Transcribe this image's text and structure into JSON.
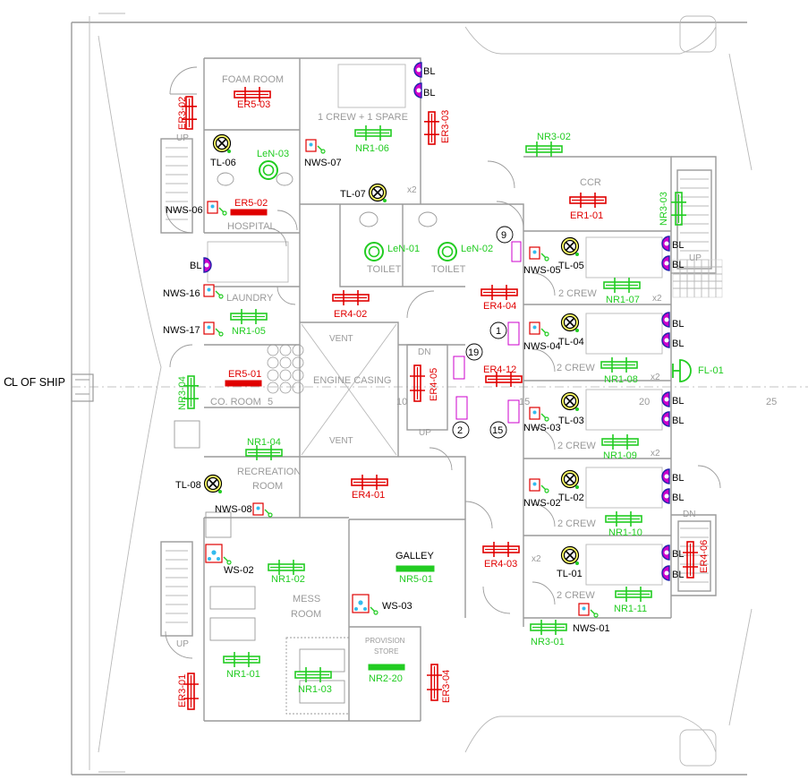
{
  "rooms": {
    "foam_room": "FOAM ROOM",
    "crew_spare": "1 CREW + 1 SPARE",
    "hospital": "HOSPITAL",
    "laundry": "LAUNDRY",
    "co_room": "CO. ROOM",
    "recreation": "RECREATION",
    "recreation2": "ROOM",
    "mess": "MESS",
    "mess2": "ROOM",
    "galley": "GALLEY",
    "provision": "PROVISION",
    "provision2": "STORE",
    "engine_casing": "ENGINE CASING",
    "vent": "VENT",
    "toilet": "TOILET",
    "ccr": "CCR",
    "two_crew": "2 CREW",
    "up": "UP",
    "dn": "DN",
    "x2": "x2"
  },
  "centerline": "C",
  "centerline_rest": "L OF SHIP",
  "ruler": {
    "n5": "5",
    "n10": "10",
    "n15": "15",
    "n20": "20",
    "n25": "25"
  },
  "labels": {
    "ER5_03": "ER5-03",
    "ER3_02": "ER3-02",
    "ER3_03": "ER3-03",
    "ER5_02": "ER5-02",
    "ER1_01": "ER1-01",
    "ER4_02": "ER4-02",
    "ER4_04": "ER4-04",
    "ER4_05": "ER4-05",
    "ER4_12": "ER4-12",
    "ER5_01": "ER5-01",
    "ER4_01": "ER4-01",
    "ER4_03": "ER4-03",
    "ER4_06": "ER4-06",
    "ER3_01": "ER3-01",
    "ER3_04": "ER3-04",
    "NR1_06": "NR1-06",
    "NR3_02": "NR3-02",
    "NR3_03": "NR3-03",
    "NR1_07": "NR1-07",
    "NR1_05": "NR1-05",
    "NR1_08": "NR1-08",
    "NR3_04": "NR3-04",
    "NR1_04": "NR1-04",
    "NR1_09": "NR1-09",
    "NR1_10": "NR1-10",
    "NR1_02": "NR1-02",
    "NR5_01": "NR5-01",
    "NR1_11": "NR1-11",
    "NR3_01": "NR3-01",
    "NR1_01": "NR1-01",
    "NR1_03": "NR1-03",
    "NR2_20": "NR2-20",
    "LeN_03": "LeN-03",
    "LeN_01": "LeN-01",
    "LeN_02": "LeN-02",
    "FL_01": "FL-01",
    "TL_06": "TL-06",
    "TL_07": "TL-07",
    "TL_05": "TL-05",
    "TL_04": "TL-04",
    "TL_03": "TL-03",
    "TL_02": "TL-02",
    "TL_01": "TL-01",
    "TL_08": "TL-08",
    "NWS_07": "NWS-07",
    "NWS_06": "NWS-06",
    "NWS_05": "NWS-05",
    "NWS_16": "NWS-16",
    "NWS_17": "NWS-17",
    "NWS_04": "NWS-04",
    "NWS_03": "NWS-03",
    "NWS_02": "NWS-02",
    "NWS_08": "NWS-08",
    "NWS_01": "NWS-01",
    "WS_02": "WS-02",
    "WS_03": "WS-03",
    "BL": "BL"
  },
  "callouts": {
    "c9": "9",
    "c1": "1",
    "c19": "19",
    "c2": "2",
    "c15": "15"
  },
  "colors": {
    "wall": "#9a9a9a",
    "emergency": "#e00000",
    "normal": "#22cc22",
    "symbol": "#cc00cc"
  }
}
